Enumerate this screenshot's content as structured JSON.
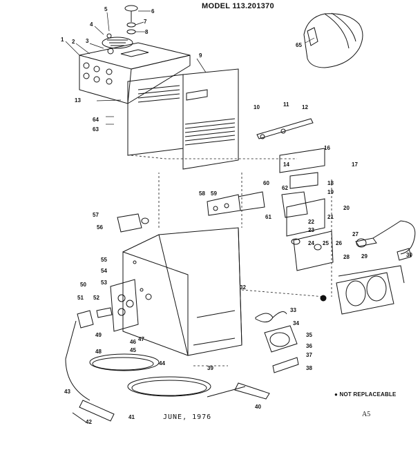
{
  "header": {
    "model": "MODEL 113.201370"
  },
  "footer": {
    "date": "JUNE, 1976",
    "page": "A5"
  },
  "legend": {
    "marker": "●",
    "text": "NOT REPLACEABLE"
  },
  "part_labels": [
    "1",
    "2",
    "3",
    "4",
    "5",
    "6",
    "7",
    "8",
    "9",
    "10",
    "11",
    "12",
    "13",
    "14",
    "16",
    "17",
    "18",
    "19",
    "20",
    "21",
    "22",
    "23",
    "24",
    "25",
    "26",
    "27",
    "28",
    "29",
    "30",
    "32",
    "33",
    "34",
    "35",
    "36",
    "37",
    "38",
    "39",
    "40",
    "41",
    "42",
    "43",
    "44",
    "45",
    "46",
    "47",
    "48",
    "49",
    "50",
    "51",
    "52",
    "53",
    "54",
    "55",
    "56",
    "57",
    "58",
    "59",
    "60",
    "61",
    "62",
    "63",
    "64",
    "65"
  ]
}
